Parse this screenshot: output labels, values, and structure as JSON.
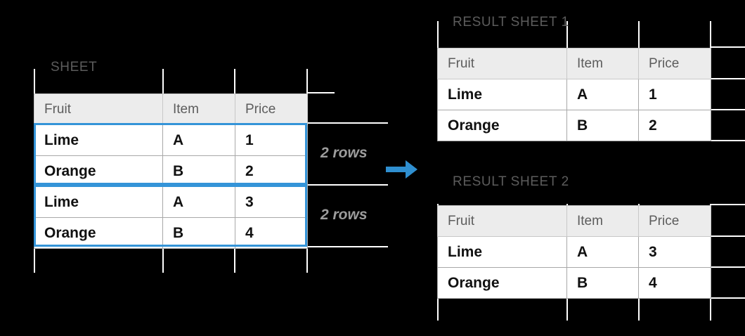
{
  "theme": {
    "background": "#000000",
    "accent": "#3494d8",
    "grid_line": "#ffffff",
    "header_fill": "#ececec",
    "header_text": "#5c5c5c",
    "caption_text": "#5c5c5c",
    "note_text": "#9d9d9d",
    "cell_text": "#111111"
  },
  "source_sheet": {
    "caption": "SHEET",
    "columns": [
      "Fruit",
      "Item",
      "Price"
    ],
    "rows": [
      [
        "Lime",
        "A",
        "1"
      ],
      [
        "Orange",
        "B",
        "2"
      ],
      [
        "Lime",
        "A",
        "3"
      ],
      [
        "Orange",
        "B",
        "4"
      ]
    ],
    "selections": [
      {
        "label": "2 rows",
        "row_start": 0,
        "row_end": 1
      },
      {
        "label": "2 rows",
        "row_start": 2,
        "row_end": 3
      }
    ]
  },
  "arrow": {
    "icon": "arrow-right-icon",
    "color": "#3494d8"
  },
  "result_sheets": [
    {
      "caption": "RESULT SHEET 1",
      "columns": [
        "Fruit",
        "Item",
        "Price"
      ],
      "rows": [
        [
          "Lime",
          "A",
          "1"
        ],
        [
          "Orange",
          "B",
          "2"
        ]
      ]
    },
    {
      "caption": "RESULT SHEET 2",
      "columns": [
        "Fruit",
        "Item",
        "Price"
      ],
      "rows": [
        [
          "Lime",
          "A",
          "3"
        ],
        [
          "Orange",
          "B",
          "4"
        ]
      ]
    }
  ]
}
